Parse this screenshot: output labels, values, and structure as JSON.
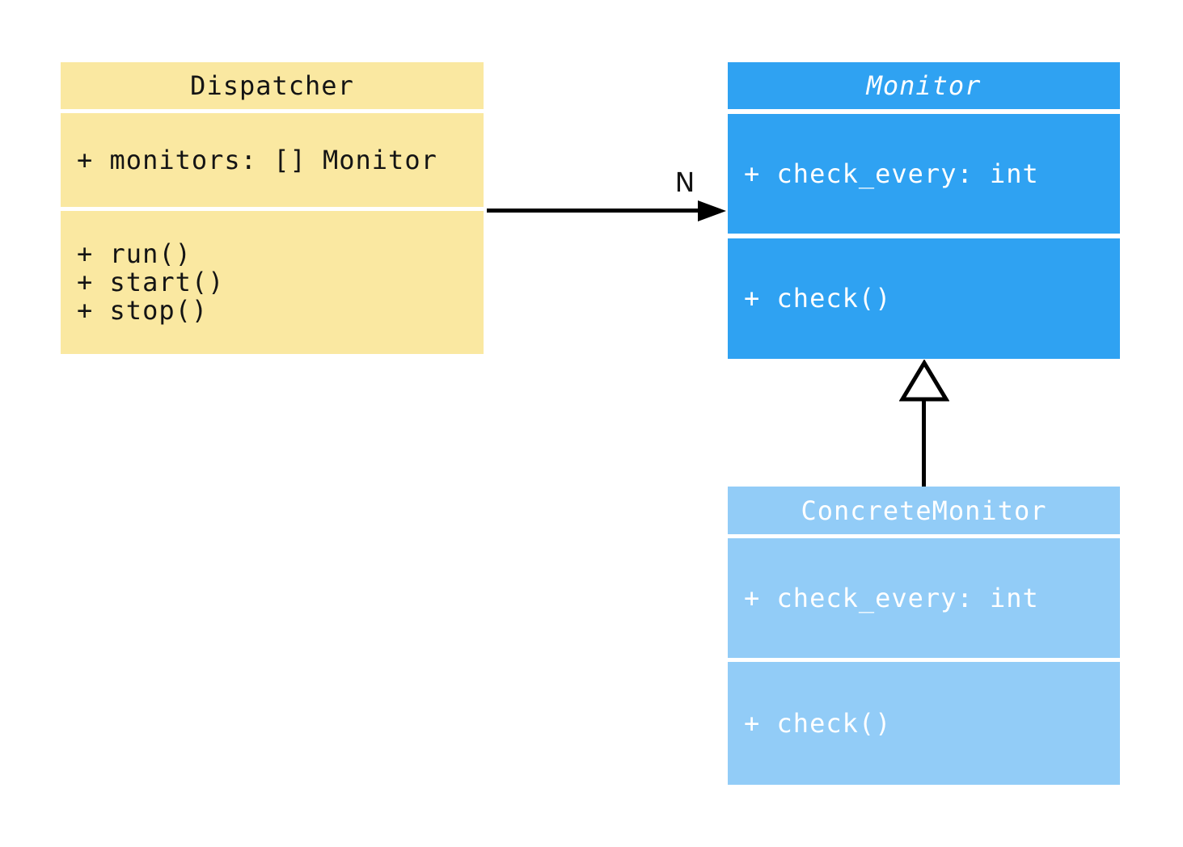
{
  "diagram": {
    "kind": "uml-class-diagram",
    "background_color": "#ffffff",
    "classes": [
      {
        "name": "Dispatcher",
        "title": "Dispatcher",
        "abstract": false,
        "fill_color": "#FAE8A1",
        "text_color": "#141414",
        "attributes": [
          "+ monitors: [] Monitor"
        ],
        "methods": [
          "+ run()",
          "+ start()",
          "+ stop()"
        ]
      },
      {
        "name": "Monitor",
        "title": "Monitor",
        "abstract": true,
        "fill_color": "#2FA2F2",
        "text_color": "#ffffff",
        "attributes": [
          "+ check_every: int"
        ],
        "methods": [
          "+ check()"
        ]
      },
      {
        "name": "ConcreteMonitor",
        "title": "ConcreteMonitor",
        "abstract": false,
        "fill_color": "#92CCF7",
        "text_color": "#ffffff",
        "attributes": [
          "+ check_every: int"
        ],
        "methods": [
          "+ check()"
        ]
      }
    ],
    "relationships": [
      {
        "type": "association",
        "from": "Dispatcher",
        "to": "Monitor",
        "label": "N",
        "line_color": "#000000"
      },
      {
        "type": "inheritance",
        "from": "ConcreteMonitor",
        "to": "Monitor",
        "label": "",
        "line_color": "#000000"
      }
    ]
  }
}
